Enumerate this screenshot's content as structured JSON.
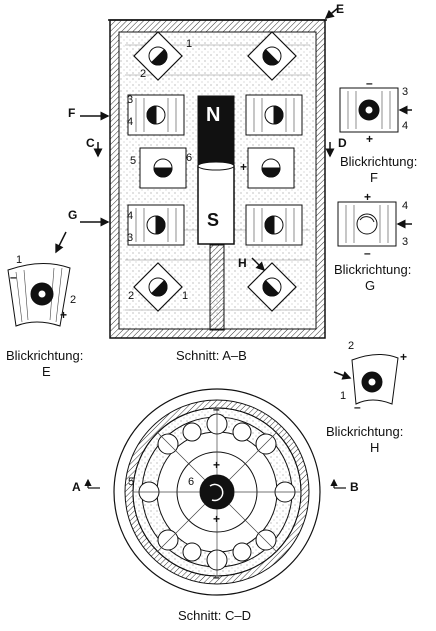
{
  "labels": {
    "E": "E",
    "F": "F",
    "G": "G",
    "H": "H",
    "C": "C",
    "D": "D",
    "A": "A",
    "B": "B"
  },
  "magnet": {
    "north": "N",
    "south": "S"
  },
  "numbers": {
    "n1": "1",
    "n2": "2",
    "n3": "3",
    "n4": "4",
    "n5": "5",
    "n6": "6"
  },
  "captions": {
    "section_ab": "Schnitt: A–B",
    "section_cd": "Schnitt: C–D",
    "view_e": "Blickrichtung:",
    "view_e_letter": "E",
    "view_f": "Blickrichtung:",
    "view_f_letter": "F",
    "view_g": "Blickrichtung:",
    "view_g_letter": "G",
    "view_h": "Blickrichtung:",
    "view_h_letter": "H"
  },
  "signs": {
    "plus": "+",
    "minus": "–"
  },
  "colors": {
    "ink": "#111111",
    "paper": "#ffffff",
    "hatch": "#333333"
  }
}
